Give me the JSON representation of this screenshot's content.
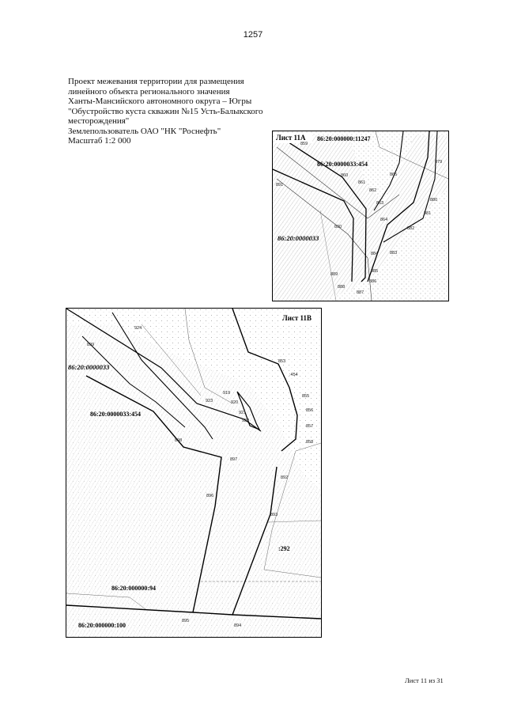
{
  "page_number": "1257",
  "title_lines": [
    "Проект межевания территории для размещения",
    "линейного объекта регионального значения",
    "Ханты-Мансийского автономного округа – Югры",
    "\"Обустройство куста скважин №15 Усть-Балыкского",
    "месторождения\"",
    "Землепользователь ОАО \"НК \"Роснефть\"",
    "Масштаб 1:2 000"
  ],
  "map_a": {
    "sheet_label": "Лист 11А",
    "parcels": [
      "86:20:000000:11247",
      "86:20:0000033:454",
      "86:20:0000033"
    ],
    "points": [
      "859",
      "860",
      "861",
      "862",
      "863",
      "864",
      "865",
      "879",
      "880",
      "881",
      "882",
      "883",
      "884",
      "885",
      "886",
      "887",
      "888",
      "889",
      "890",
      "891"
    ]
  },
  "map_b": {
    "sheet_label": "Лист 11В",
    "parcels": [
      "86:20:0000033",
      "86:20:0000033:454",
      "86:20:000000:94",
      "86:20:000000:100",
      ":292",
      ":454"
    ],
    "points": [
      "924",
      "899",
      "853",
      "855",
      "856",
      "857",
      "858",
      "919",
      "920",
      "921",
      "922",
      "923",
      "898",
      "897",
      "896",
      "892",
      "893",
      "894",
      "895"
    ]
  },
  "footer": "Лист 11 из 31"
}
